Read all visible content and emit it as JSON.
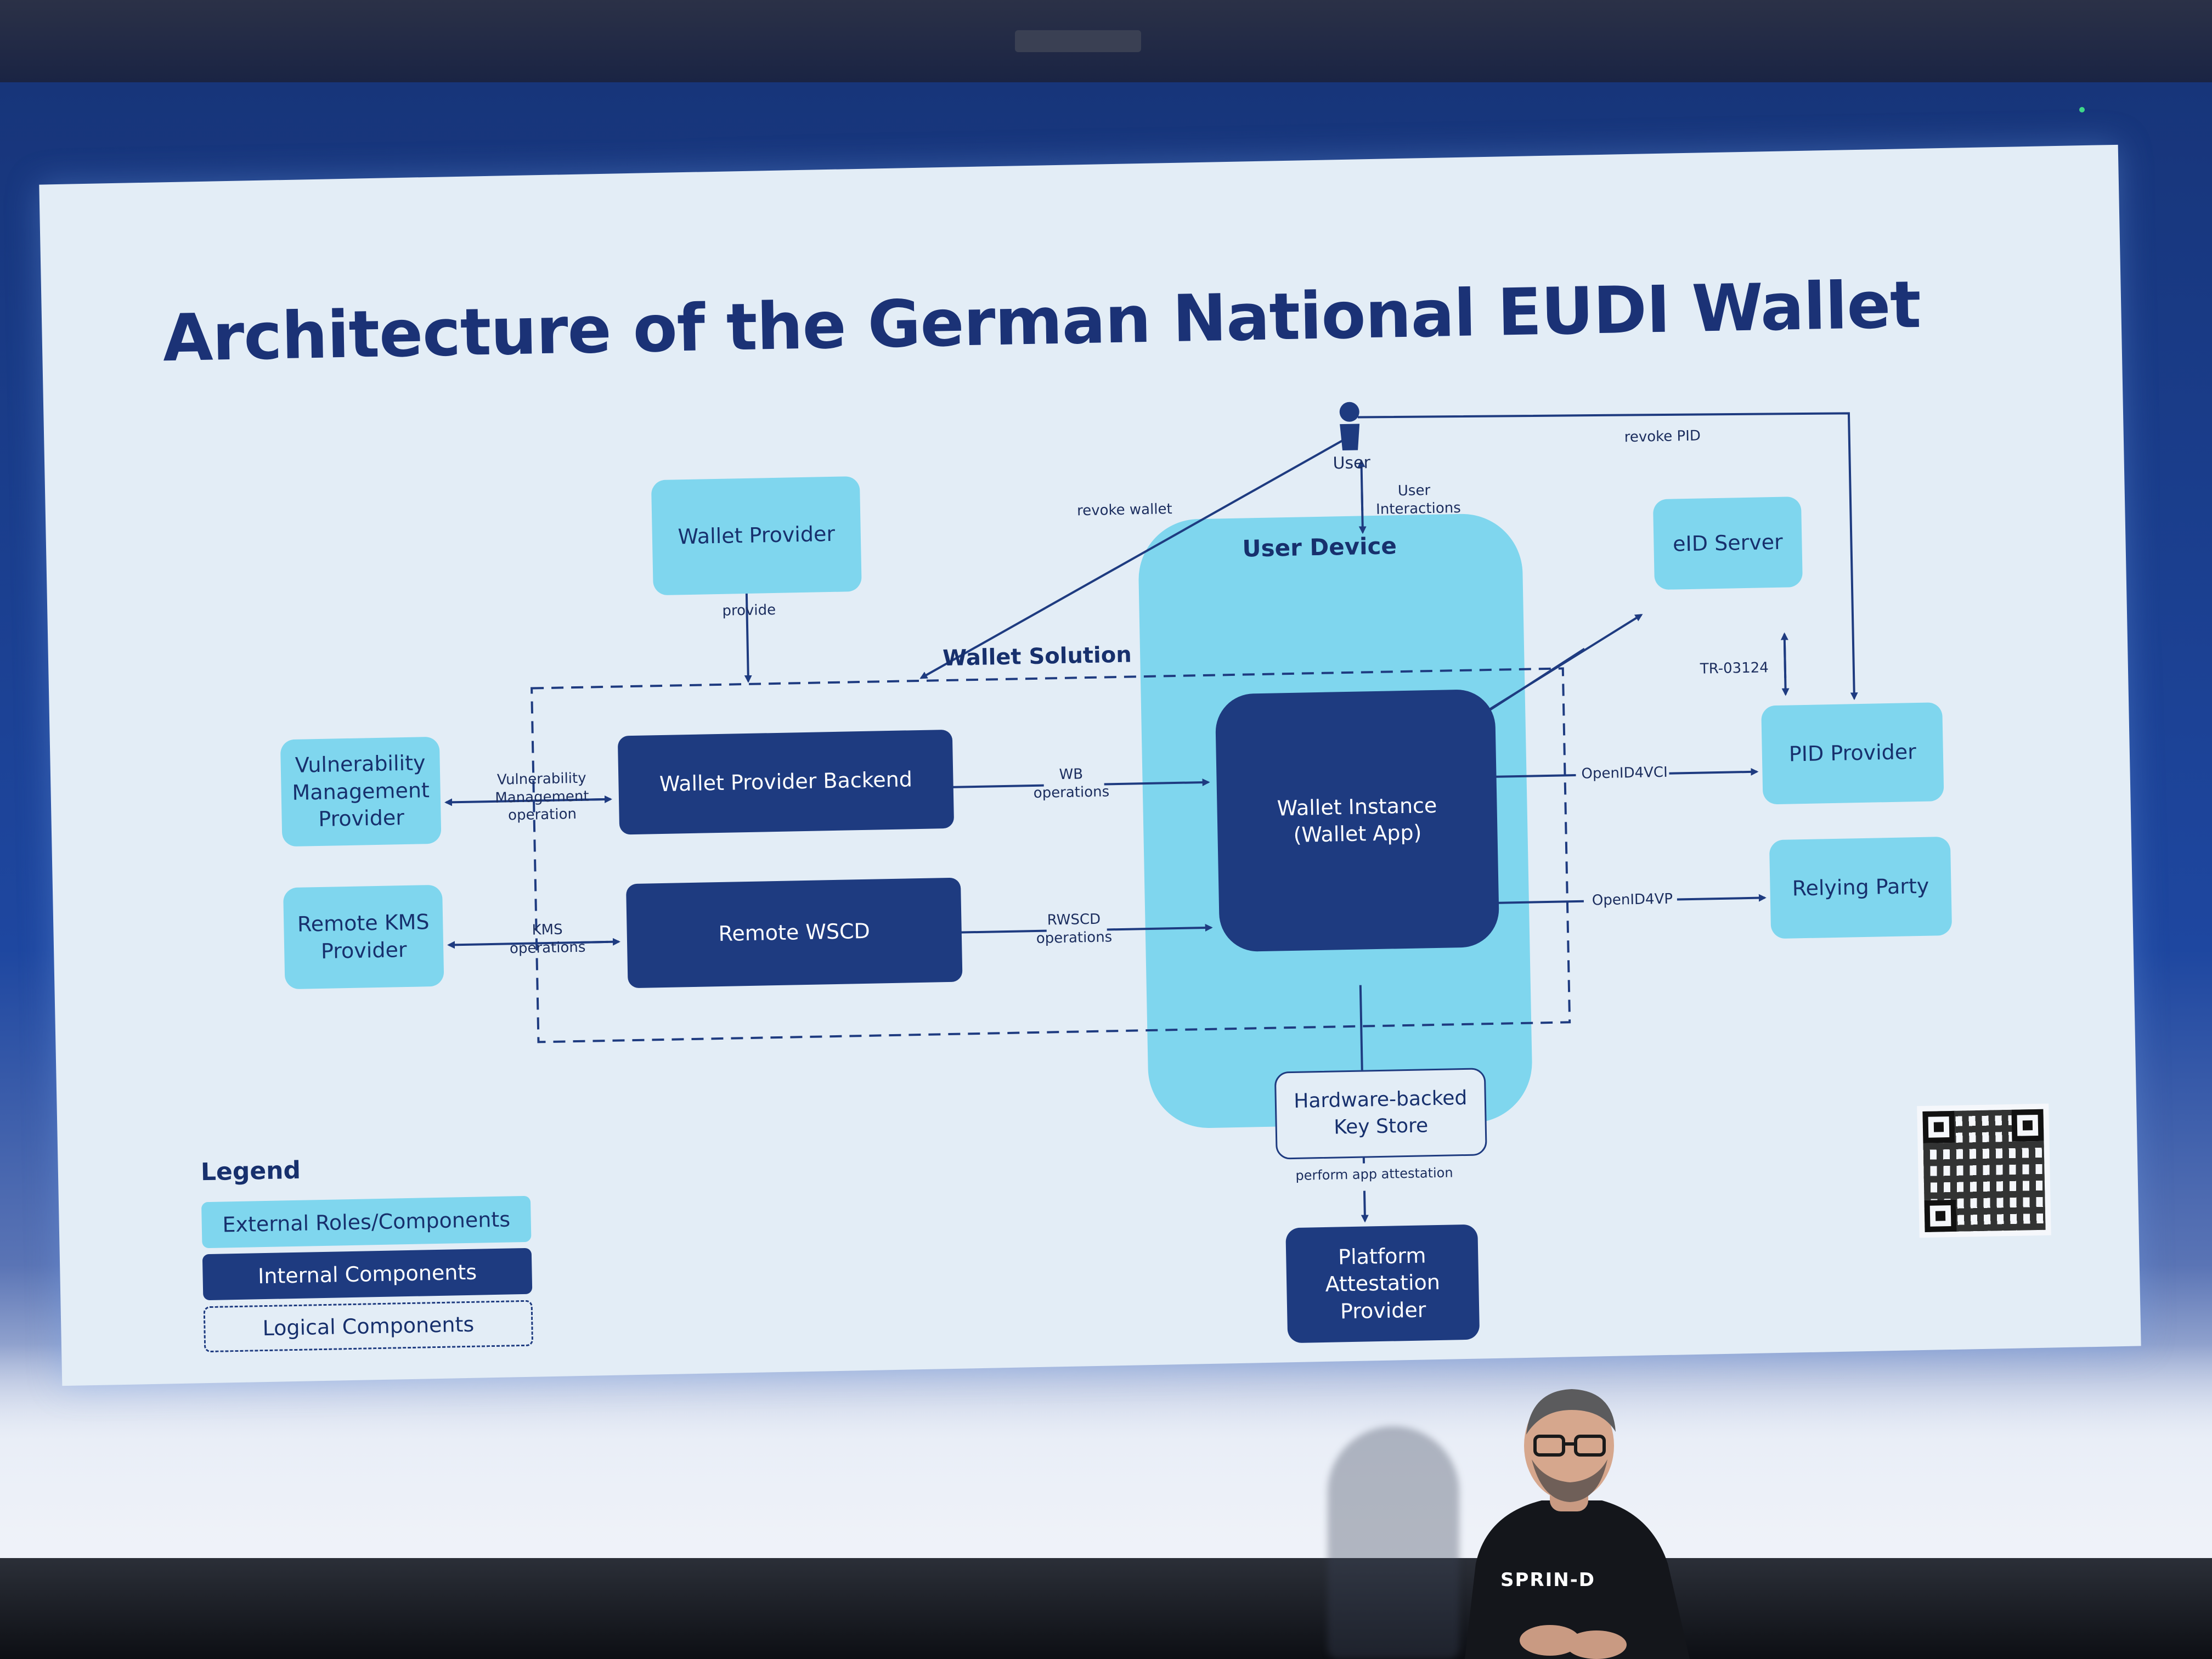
{
  "slide": {
    "title": "Architecture of the German National EUDI Wallet",
    "colors": {
      "external": "#7fd6ee",
      "internal": "#1e3b80",
      "background": "#e3edf6",
      "title": "#1b3276"
    },
    "nodes": {
      "user": "User",
      "wallet_provider": "Wallet Provider",
      "vulnerability_management_provider": "Vulnerability Management Provider",
      "remote_kms_provider": "Remote KMS Provider",
      "wallet_provider_backend": "Wallet Provider Backend",
      "remote_wscd": "Remote WSCD",
      "user_device": "User Device",
      "wallet_instance": "Wallet Instance (Wallet App)",
      "hardware_key_store": "Hardware-backed Key Store",
      "platform_attestation_provider": "Platform Attestation Provider",
      "eid_server": "eID Server",
      "pid_provider": "PID Provider",
      "relying_party": "Relying Party",
      "wallet_solution": "Wallet Solution"
    },
    "edges": {
      "revoke_wallet": "revoke wallet",
      "revoke_pid": "revoke PID",
      "user_interactions": "User Interactions",
      "provide": "provide",
      "vulnerability_operation": "Vulnerability Management operation",
      "kms_operations": "KMS operations",
      "wb_operations": "WB operations",
      "rwscd_operations": "RWSCD operations",
      "tr_03124": "TR-03124",
      "openid4vci": "OpenID4VCI",
      "openid4vp": "OpenID4VP",
      "perform_app_attestation": "perform app attestation"
    },
    "legend": {
      "title": "Legend",
      "items": [
        "External Roles/Components",
        "Internal Components",
        "Logical Components"
      ]
    }
  },
  "presenter": {
    "shirt_text": "SPRIN-D"
  }
}
